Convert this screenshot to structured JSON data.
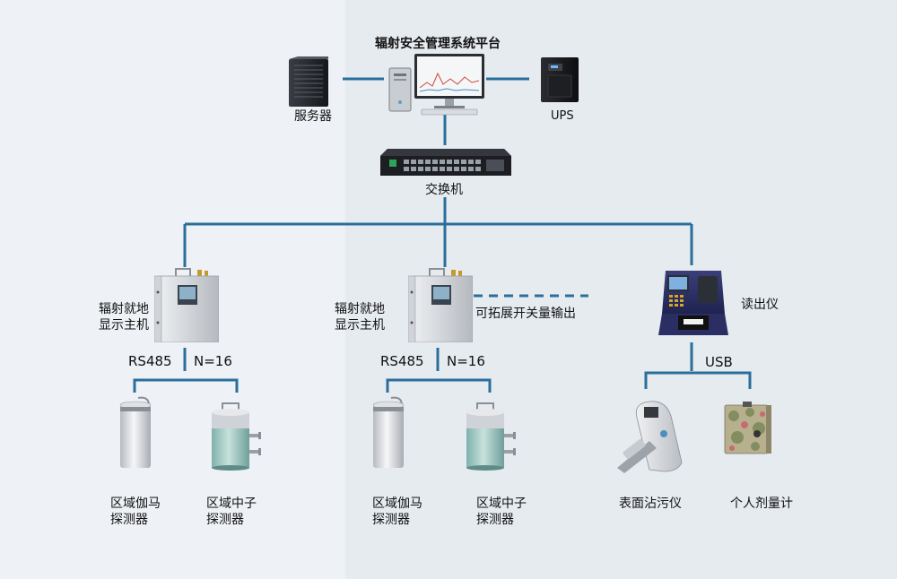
{
  "title": "辐射安全管理系统平台",
  "top": {
    "server": "服务器",
    "ups": "UPS",
    "switch": "交换机"
  },
  "hosts": [
    {
      "label_line1": "辐射就地",
      "label_line2": "显示主机",
      "bus": "RS485",
      "count": "N=16",
      "detectors": [
        {
          "line1": "区域伽马",
          "line2": "探测器"
        },
        {
          "line1": "区域中子",
          "line2": "探测器"
        }
      ]
    },
    {
      "label_line1": "辐射就地",
      "label_line2": "显示主机",
      "bus": "RS485",
      "count": "N=16",
      "expand": "可拓展开关量输出",
      "detectors": [
        {
          "line1": "区域伽马",
          "line2": "探测器"
        },
        {
          "line1": "区域中子",
          "line2": "探测器"
        }
      ]
    }
  ],
  "reader": {
    "label": "读出仪",
    "bus": "USB",
    "devices": [
      "表面沾污仪",
      "个人剂量计"
    ]
  },
  "colors": {
    "line": "#2a6f9b",
    "background": "#eef1f5"
  }
}
